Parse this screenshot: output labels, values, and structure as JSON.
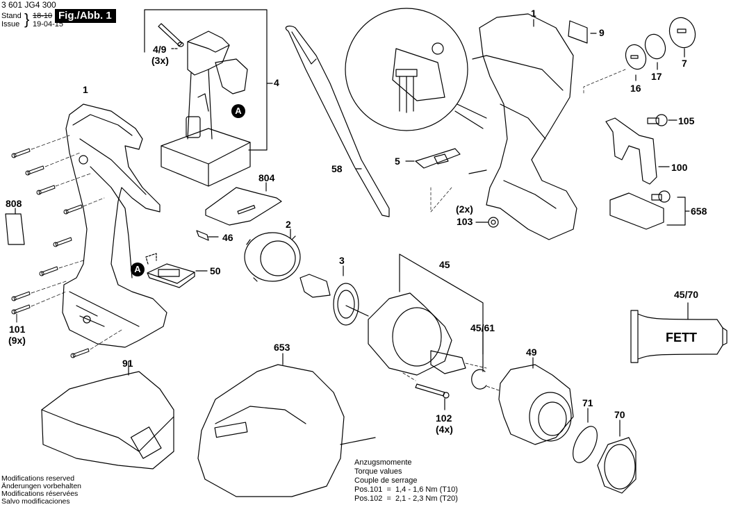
{
  "header": {
    "part_number": "3 601 JG4 300",
    "stand_label": "Stand",
    "issue_label": "Issue",
    "old_date_struck": "18-10",
    "issue_date": "19-04-15",
    "figure_label": "Fig./Abb. 1"
  },
  "parts": {
    "p1_left": "1",
    "p1_right": "1",
    "p2": "2",
    "p3": "3",
    "p4": "4",
    "p4_9": "4/9",
    "p4_9_qty": "(3x)",
    "p5": "5",
    "p7": "7",
    "p9": "9",
    "p16": "16",
    "p17": "17",
    "p45": "45",
    "p45_61": "45/61",
    "p45_70": "45/70",
    "p46": "46",
    "p49": "49",
    "p50": "50",
    "p58": "58",
    "p70": "70",
    "p71": "71",
    "p91": "91",
    "p100": "100",
    "p101": "101",
    "p101_qty": "(9x)",
    "p102": "102",
    "p102_qty": "(4x)",
    "p103": "103",
    "p103_qty": "(2x)",
    "p105": "105",
    "p653": "653",
    "p658": "658",
    "p804": "804",
    "p808": "808"
  },
  "callouts": {
    "a1": "A",
    "a2": "A"
  },
  "grease_tube_text": "FETT",
  "torque": {
    "title_de": "Anzugsmomente",
    "title_en": "Torque values",
    "title_fr": "Couple de serrage",
    "pos101": "Pos.101  =  1,4 - 1,6 Nm (T10)",
    "pos102": "Pos.102  =  2,1 - 2,3 Nm (T20)"
  },
  "disclaimer": {
    "en": "Modifications reserved",
    "de": "Änderungen vorbehalten",
    "fr": "Modifications réservées",
    "es": "Salvo modificaciones"
  }
}
